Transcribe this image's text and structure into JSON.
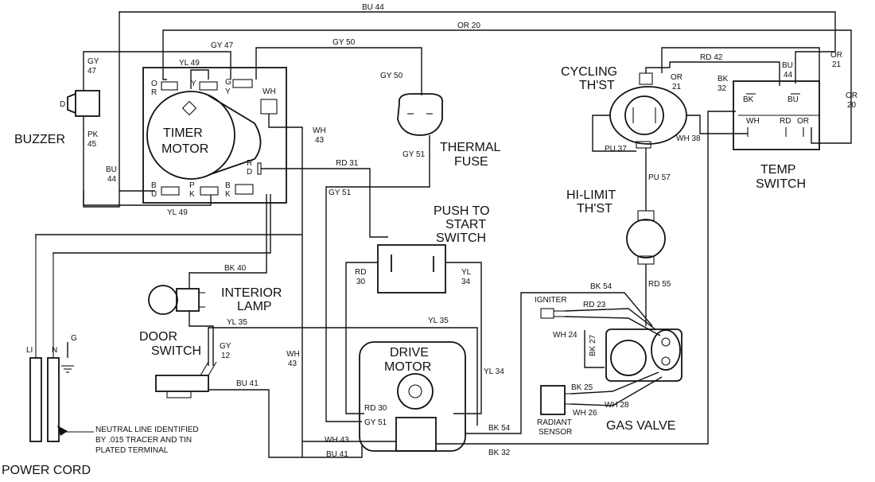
{
  "components": {
    "buzzer": "BUZZER",
    "timer_motor": [
      "TIMER",
      "MOTOR"
    ],
    "thermal_fuse": [
      "THERMAL",
      "FUSE"
    ],
    "push_to_start": [
      "PUSH TO",
      "START",
      "SWITCH"
    ],
    "cycling_thst": [
      "CYCLING",
      "TH'ST"
    ],
    "temp_switch": [
      "TEMP",
      "SWITCH"
    ],
    "hi_limit": [
      "HI-LIMIT",
      "TH'ST"
    ],
    "interior_lamp": [
      "INTERIOR",
      "LAMP"
    ],
    "door_switch": [
      "DOOR",
      "SWITCH"
    ],
    "drive_motor": [
      "DRIVE",
      "MOTOR"
    ],
    "gas_valve": "GAS VALVE",
    "radiant_sensor": [
      "RADIANT",
      "SENSOR"
    ],
    "igniter": "IGNITER",
    "power_cord": "POWER CORD"
  },
  "note": [
    "NEUTRAL LINE IDENTIFIED",
    "BY .015 TRACER AND TIN",
    "PLATED TERMINAL"
  ],
  "cord_labels": {
    "l1": "LI",
    "n": "N",
    "g": "G"
  },
  "terminals": {
    "or": [
      "O",
      "R"
    ],
    "y": "Y",
    "gy": [
      "G",
      "Y"
    ],
    "wh": "WH",
    "rd": [
      "R",
      "D"
    ],
    "bu": [
      "B",
      "U"
    ],
    "pk": [
      "P",
      "K"
    ],
    "bk": [
      "B",
      "K"
    ],
    "buzzer_d": "D",
    "ts_bk": "BK",
    "ts_bu": "BU",
    "ts_wh": "WH",
    "ts_rd": "RD",
    "ts_or": "OR"
  },
  "wires": {
    "bu44_top": "BU 44",
    "or20_top": "OR 20",
    "gy47_top": "GY 47",
    "gy47_buzzer": [
      "GY",
      "47"
    ],
    "yl49_top": "YL 49",
    "gy50_top": "GY 50",
    "gy50_fuse": "GY 50",
    "pk45": [
      "PK",
      "45"
    ],
    "bu44_left": [
      "BU",
      "44"
    ],
    "wh43_right": [
      "WH",
      "43"
    ],
    "rd31": "RD 31",
    "gy51_fuse": "GY 51",
    "gy51_left": "GY 51",
    "yl49_bottom": "YL 49",
    "rd42": "RD 42",
    "or21_a": [
      "OR",
      "21"
    ],
    "bu44_ts": [
      "BU",
      "44"
    ],
    "or21_b": [
      "OR",
      "21"
    ],
    "or20_right": [
      "OR",
      "20"
    ],
    "bk32_ts": [
      "BK",
      "32"
    ],
    "pu37": "PU 37",
    "wh38": "WH 38",
    "pu57": "PU 57",
    "rd30_pts": [
      "RD",
      "30"
    ],
    "yl34_pts": [
      "YL",
      "34"
    ],
    "bk40": "BK 40",
    "yl35_a": "YL 35",
    "yl35_b": "YL 35",
    "gy12": [
      "GY",
      "12"
    ],
    "wh43_mid": [
      "WH",
      "43"
    ],
    "bu41_a": "BU 41",
    "yl34_mid": "YL 34",
    "rd30_motor": "RD 30",
    "gy51_motor": "GY 51",
    "wh43_bottom": "WH 43",
    "bu41_bottom": "BU 41",
    "bk54_bottom": "BK 54",
    "bk32_bottom": "BK 32",
    "bk54_gv": "BK 54",
    "rd55": "RD 55",
    "rd23": "RD 23",
    "wh24": "WH 24",
    "bk27": "BK 27",
    "bk25": "BK 25",
    "wh28": "WH 28",
    "wh26": "WH 26"
  }
}
